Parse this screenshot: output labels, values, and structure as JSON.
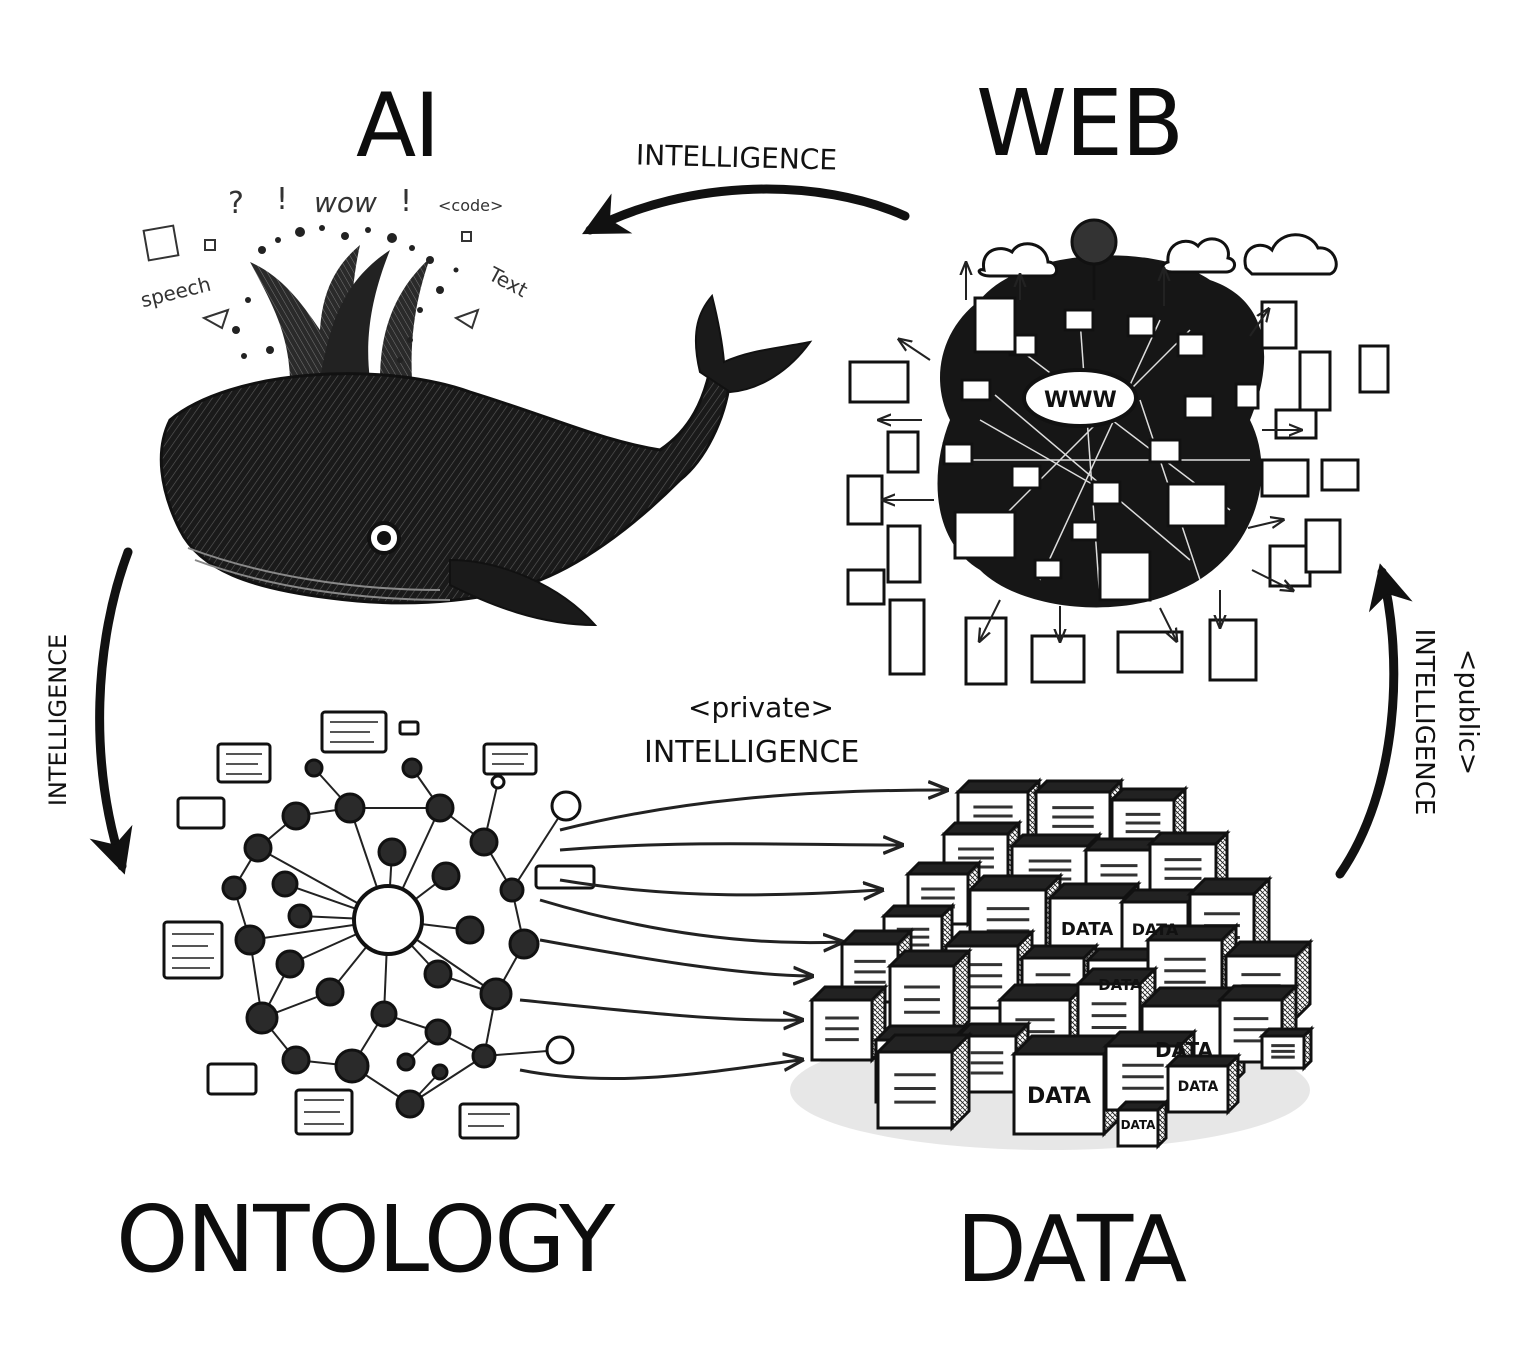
{
  "nodes": {
    "ai": "AI",
    "web": "WEB",
    "ontology": "ONTOLOGY",
    "data": "DATA"
  },
  "edges": {
    "web_to_ai": "INTELLIGENCE",
    "ai_to_ontology": "INTELLIGENCE",
    "ontology_to_data_tag": "<private>",
    "ontology_to_data": "INTELLIGENCE",
    "data_to_web_tag": "<public>",
    "data_to_web": "INTELLIGENCE"
  },
  "doodles": {
    "wow": "wow",
    "code": "<code>",
    "speech": "speech",
    "text": "Text",
    "q": "?",
    "bang": "!",
    "bang2": "!",
    "www": "WWW"
  },
  "box_labels": [
    "DATA",
    "DATA",
    "DATA",
    "DATA",
    "DATA",
    "DATA",
    "DATA"
  ],
  "colors": {
    "ink": "#111111",
    "paper": "#ffffff"
  }
}
